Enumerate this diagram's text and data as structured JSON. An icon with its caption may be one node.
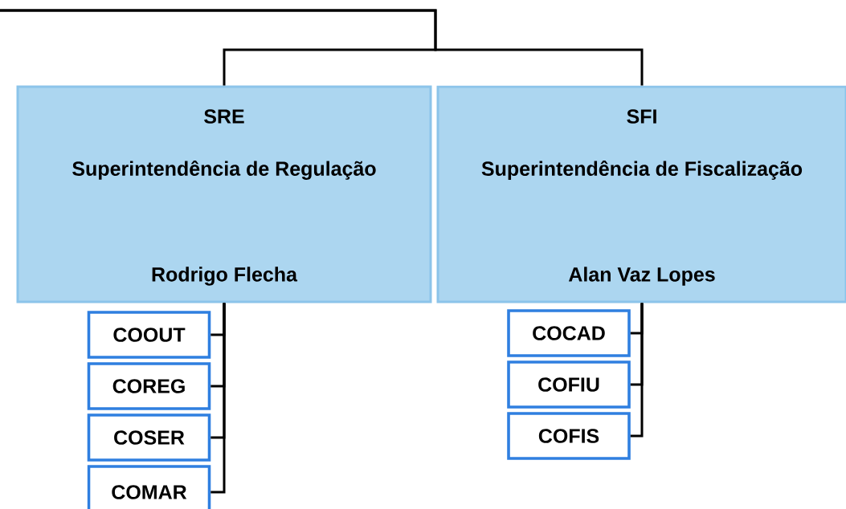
{
  "diagram": {
    "nodes": [
      {
        "text": [
          "SRE",
          "Superintendência de Regulação",
          "Rodrigo Flecha"
        ]
      },
      {
        "text": [
          "SFI",
          "Superintendência de Fiscalização",
          "Alan Vaz Lopes"
        ]
      },
      {
        "text": [
          "COOUT"
        ]
      },
      {
        "text": [
          "COREG"
        ]
      },
      {
        "text": [
          "COSER"
        ]
      },
      {
        "text": [
          "COMAR"
        ]
      },
      {
        "text": [
          "COCAD"
        ]
      },
      {
        "text": [
          "COFIU"
        ]
      },
      {
        "text": [
          "COFIS"
        ]
      }
    ],
    "edges": [
      {
        "from": null,
        "to": 0,
        "arrow": "none"
      },
      {
        "from": null,
        "to": 1,
        "arrow": "none"
      },
      {
        "from": 0,
        "to": 2,
        "arrow": "none"
      },
      {
        "from": 0,
        "to": 3,
        "arrow": "none"
      },
      {
        "from": 0,
        "to": 4,
        "arrow": "none"
      },
      {
        "from": 0,
        "to": 5,
        "arrow": "none"
      },
      {
        "from": 1,
        "to": 6,
        "arrow": "none"
      },
      {
        "from": 1,
        "to": 7,
        "arrow": "none"
      },
      {
        "from": 1,
        "to": 8,
        "arrow": "none"
      }
    ]
  }
}
